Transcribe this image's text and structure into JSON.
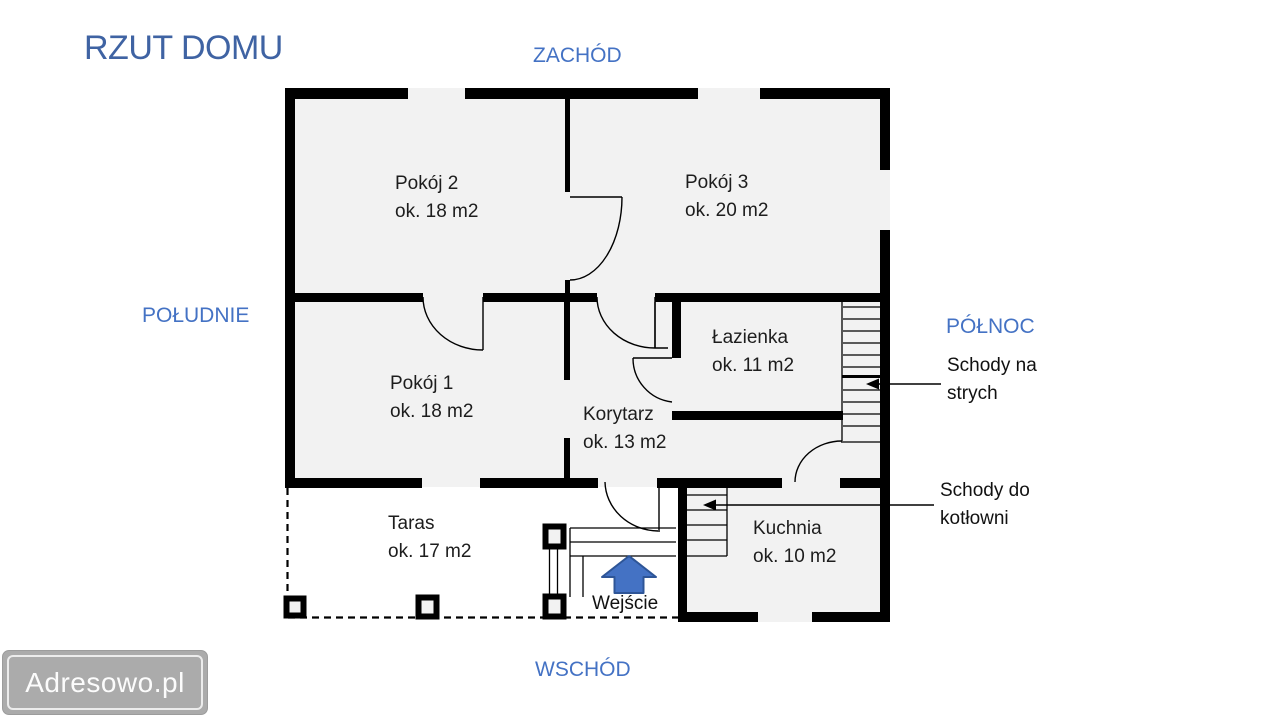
{
  "title": "RZUT DOMU",
  "watermark": "Adresowo.pl",
  "directions": {
    "west": "ZACHÓD",
    "south": "POŁUDNIE",
    "north": "PÓŁNOC",
    "east": "WSCHÓD"
  },
  "rooms": [
    {
      "name": "Pokój 2",
      "area": "ok. 18 m2"
    },
    {
      "name": "Pokój 3",
      "area": "ok. 20 m2"
    },
    {
      "name": "Pokój 1",
      "area": "ok. 18 m2"
    },
    {
      "name": "Łazienka",
      "area": "ok. 11 m2"
    },
    {
      "name": "Korytarz",
      "area": "ok. 13 m2"
    },
    {
      "name": "Kuchnia",
      "area": "ok. 10 m2"
    },
    {
      "name": "Taras",
      "area": "ok. 17 m2"
    }
  ],
  "annotations": {
    "attic_stairs_line1": "Schody na",
    "attic_stairs_line2": "strych",
    "boiler_stairs_line1": "Schody do",
    "boiler_stairs_line2": "kotłowni",
    "entrance": "Wejście"
  },
  "colors": {
    "title_blue": "#3F63A3",
    "accent_blue": "#4472C4",
    "wall": "#000000",
    "room_fill": "#F2F2F2",
    "entrance_arrow_fill": "#4472C4",
    "entrance_arrow_border": "#2E5597",
    "watermark_bg": "#ABABAB",
    "watermark_text": "#FCFCFC"
  }
}
